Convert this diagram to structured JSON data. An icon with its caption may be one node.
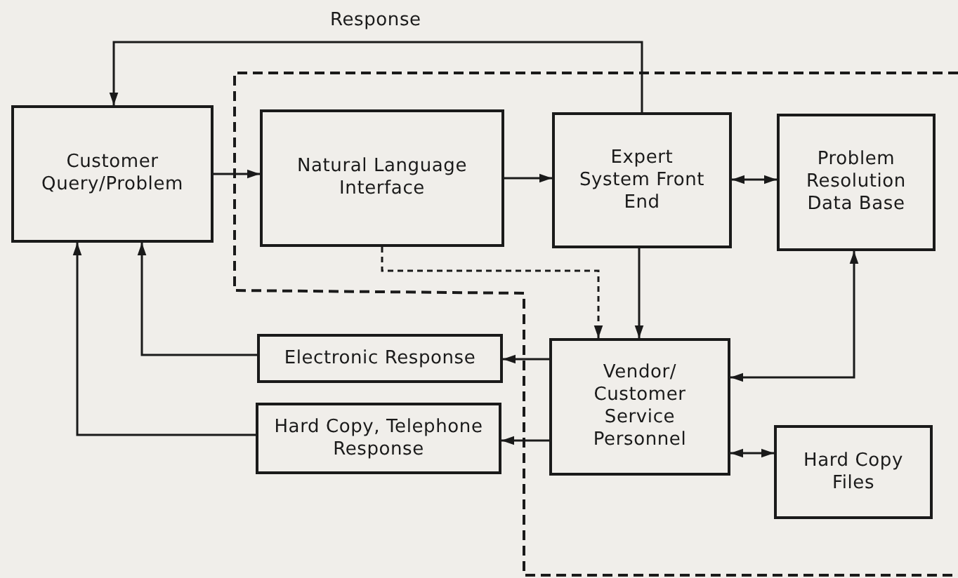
{
  "diagram": {
    "nodes": [
      {
        "text": [
          "Customer Query/Problem"
        ]
      },
      {
        "text": [
          "Natural Language Interface"
        ]
      },
      {
        "text": [
          "Expert System Front End"
        ]
      },
      {
        "text": [
          "Problem Resolution Data Base"
        ]
      },
      {
        "text": [
          "Vendor/ Customer Service Personnel"
        ]
      },
      {
        "text": [
          "Electronic Response"
        ]
      },
      {
        "text": [
          "Hard Copy, Telephone Response"
        ]
      },
      {
        "text": [
          "Hard Copy Files"
        ]
      }
    ],
    "edges": [
      {
        "from": 0,
        "to": 1,
        "arrow": "to"
      },
      {
        "from": 1,
        "to": 2,
        "arrow": "to"
      },
      {
        "from": 2,
        "to": 3,
        "arrow": "both"
      },
      {
        "from": 2,
        "to": 0,
        "arrow": "to",
        "label": "Response"
      },
      {
        "from": 1,
        "to": 4,
        "arrow": "to",
        "style": "dashed"
      },
      {
        "from": 2,
        "to": 4,
        "arrow": "to"
      },
      {
        "from": 3,
        "to": 4,
        "arrow": "both"
      },
      {
        "from": 4,
        "to": 5,
        "arrow": "to"
      },
      {
        "from": 4,
        "to": 6,
        "arrow": "to"
      },
      {
        "from": 5,
        "to": 0,
        "arrow": "to"
      },
      {
        "from": 6,
        "to": 0,
        "arrow": "to"
      },
      {
        "from": 4,
        "to": 7,
        "arrow": "both"
      }
    ]
  }
}
